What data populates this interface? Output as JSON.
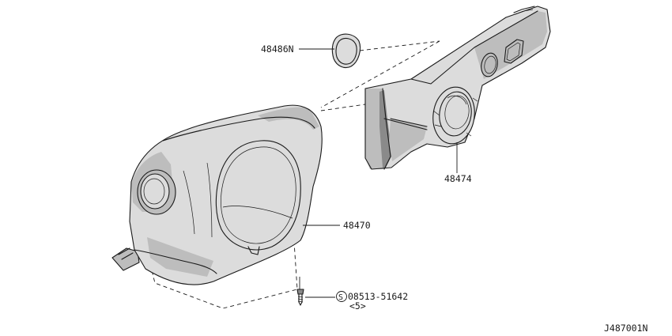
{
  "callouts": {
    "ring": "48486N",
    "upper_cover": "48474",
    "lower_cover": "48470",
    "screw": "08513-51642",
    "screw_qty": "<5>",
    "screw_symbol": "S"
  },
  "diagram_id": "J487001N"
}
